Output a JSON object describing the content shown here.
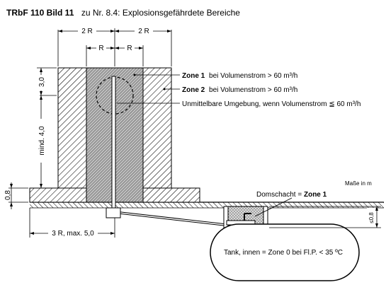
{
  "title": {
    "code": "TRbF 110 Bild 11",
    "rest": "zu Nr. 8.4: Explosionsgefährdete Bereiche"
  },
  "dimensions": {
    "two_r_left": "2 R",
    "two_r_right": "2 R",
    "r_left": "R",
    "r_right": "R",
    "top_height": "3,0",
    "mind_height": "mind. 4,0",
    "base_height": "0,8",
    "bottom_width": "3 R, max. 5,0",
    "shaft_depth": "≤0,8"
  },
  "labels": {
    "zone1_bold": "Zone 1",
    "zone1_rest": "bei Volumenstrom > 60 m³/h",
    "zone2_bold": "Zone 2",
    "zone2_rest": "bei Volumenstrom > 60 m³/h",
    "environment": "Unmittelbare Umgebung, wenn Volumenstrom ≦ 60 m³/h",
    "units": "Maße in m",
    "domschacht": "Domschacht = ",
    "domschacht_zone": "Zone 1",
    "tank": "Tank, innen = Zone 0 bei Fl.P. < 35 ºC"
  }
}
